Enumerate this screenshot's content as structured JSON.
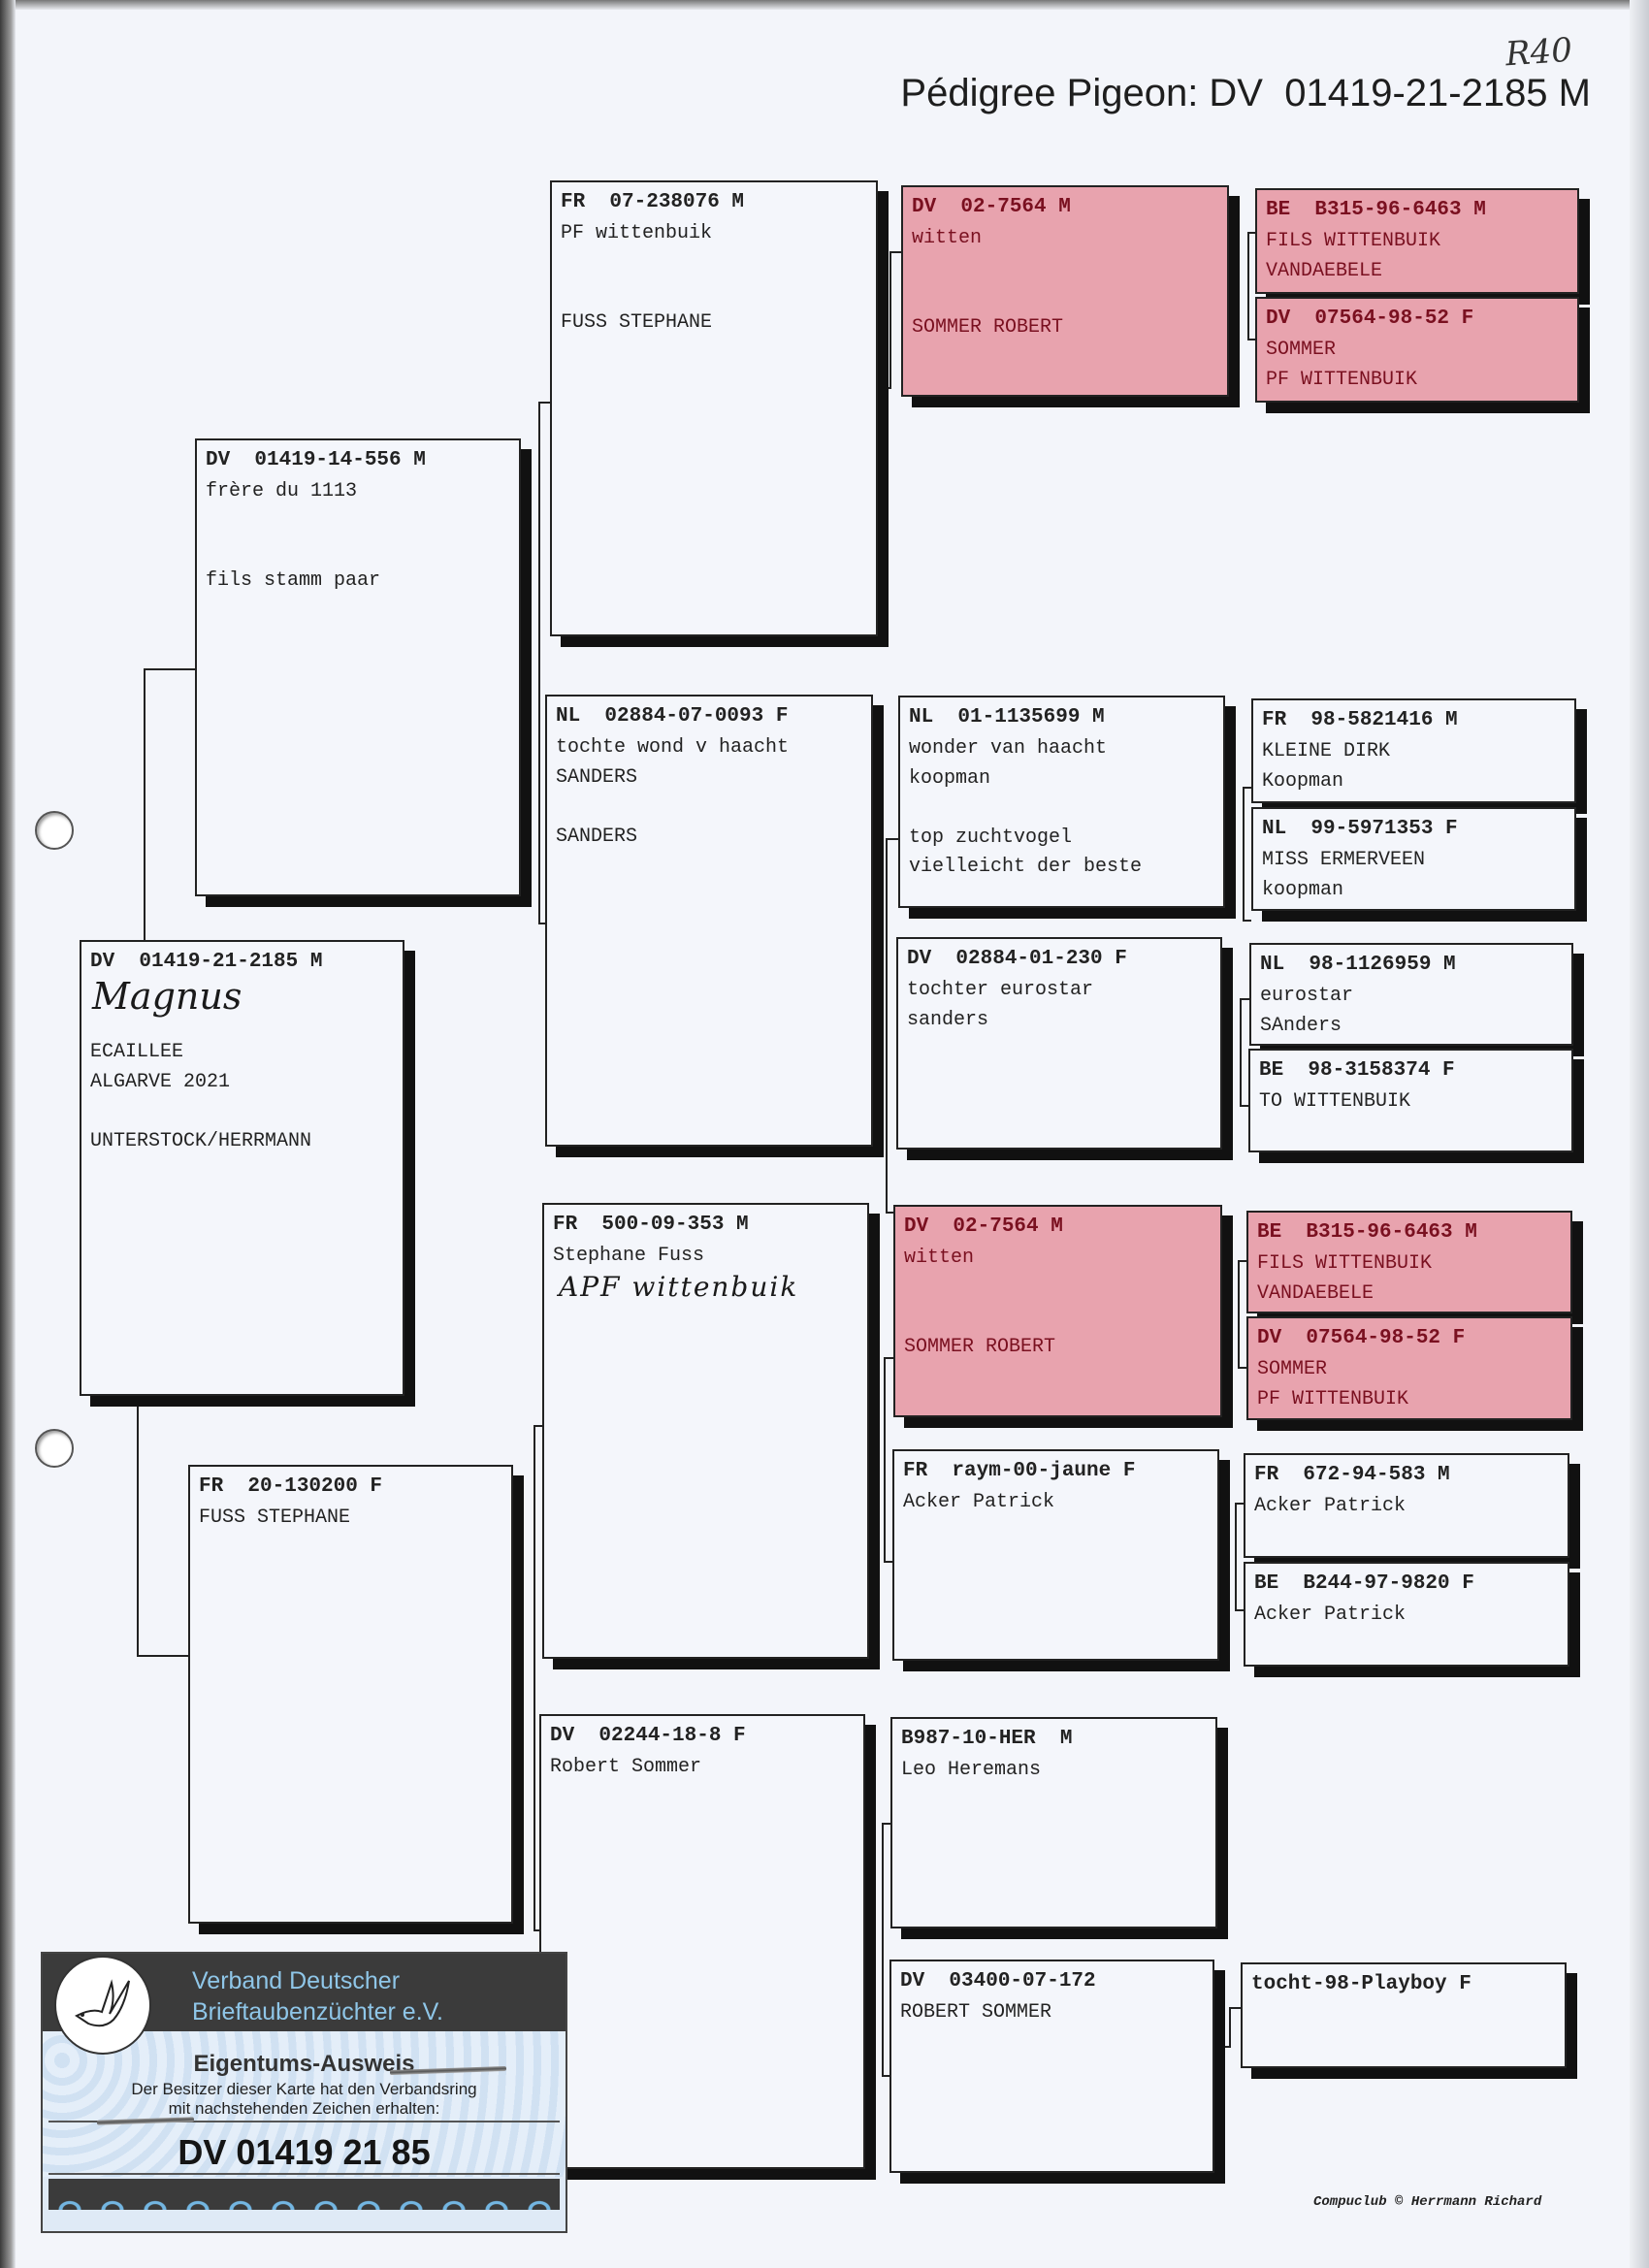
{
  "title": "Pédigree Pigeon: DV  01419-21-2185 M",
  "handwritten_ref": "R40",
  "birds": {
    "subject": {
      "header": "DV  01419-21-2185 M",
      "handwritten": "Magnus",
      "lines": [
        "",
        "",
        "ECAILLEE",
        "ALGARVE 2021",
        "",
        "UNTERSTOCK/HERRMANN"
      ]
    },
    "sire": {
      "header": "DV  01419-14-556 M",
      "lines": [
        "frère du 1113",
        "",
        "",
        "fils stamm paar"
      ]
    },
    "dam": {
      "header": "FR  20-130200 F",
      "lines": [
        "FUSS STEPHANE"
      ]
    },
    "ss": {
      "header": "FR  07-238076 M",
      "lines": [
        "PF wittenbuik",
        "",
        "",
        "FUSS STEPHANE"
      ]
    },
    "sd": {
      "header": "NL  02884-07-0093 F",
      "lines": [
        "tochte wond v haacht",
        "SANDERS",
        "",
        "SANDERS"
      ]
    },
    "ds": {
      "header": "FR  500-09-353 M",
      "handwritten": "APF wittenbuik",
      "lines": [
        "Stephane Fuss"
      ]
    },
    "dd": {
      "header": "DV  02244-18-8 F",
      "lines": [
        "Robert Sommer"
      ]
    },
    "sss": {
      "header": "DV  02-7564 M",
      "lines": [
        "witten",
        "",
        "",
        "SOMMER ROBERT"
      ]
    },
    "sds": {
      "header": "NL  01-1135699 M",
      "lines": [
        "wonder van haacht",
        "koopman",
        "",
        "top zuchtvogel",
        "vielleicht der beste"
      ]
    },
    "sdd": {
      "header": "DV  02884-01-230 F",
      "lines": [
        "tochter eurostar",
        "sanders"
      ]
    },
    "dss": {
      "header": "DV  02-7564 M",
      "lines": [
        "witten",
        "",
        "",
        "SOMMER ROBERT"
      ]
    },
    "dsd": {
      "header": "FR  raym-00-jaune F",
      "lines": [
        "Acker Patrick"
      ]
    },
    "dds": {
      "header": "B987-10-HER  M",
      "lines": [
        "Leo Heremans"
      ]
    },
    "ddd": {
      "header": "DV  03400-07-172",
      "lines": [
        "ROBERT SOMMER"
      ]
    },
    "ssss": {
      "header": "BE  B315-96-6463 M",
      "lines": [
        "FILS WITTENBUIK",
        "VANDAEBELE"
      ]
    },
    "sssd": {
      "header": "DV  07564-98-52 F",
      "lines": [
        "SOMMER",
        "PF WITTENBUIK"
      ]
    },
    "sdss": {
      "header": "FR  98-5821416 M",
      "lines": [
        "KLEINE DIRK",
        "Koopman"
      ]
    },
    "sdsd": {
      "header": "NL  99-5971353 F",
      "lines": [
        "MISS ERMERVEEN",
        "koopman"
      ]
    },
    "sdds": {
      "header": "NL  98-1126959 M",
      "lines": [
        "eurostar",
        "SAnders"
      ]
    },
    "sddd": {
      "header": "BE  98-3158374 F",
      "lines": [
        "TO WITTENBUIK"
      ]
    },
    "dsss": {
      "header": "BE  B315-96-6463 M",
      "lines": [
        "FILS WITTENBUIK",
        "VANDAEBELE"
      ]
    },
    "dssd": {
      "header": "DV  07564-98-52 F",
      "lines": [
        "SOMMER",
        "PF WITTENBUIK"
      ]
    },
    "dsds": {
      "header": "FR  672-94-583 M",
      "lines": [
        "Acker Patrick"
      ]
    },
    "dsdd": {
      "header": "BE  B244-97-9820 F",
      "lines": [
        "Acker Patrick"
      ]
    },
    "dddd": {
      "header": "tocht-98-Playboy F",
      "lines": []
    }
  },
  "card": {
    "org_line1": "Verband Deutscher",
    "org_line2": "Brieftaubenzüchter e.V.",
    "title": "Eigentums-Ausweis",
    "text_line1": "Der Besitzer dieser Karte hat den Verbandsring",
    "text_line2": "mit nachstehenden Zeichen erhalten:",
    "ring": "DV 01419 21 85"
  },
  "footer": "Compuclub © Herrmann Richard",
  "colors": {
    "highlight": "#e8a3ae",
    "highlight_text": "#7a1020",
    "card_header": "#3b3b3b",
    "card_accent": "#8fc6e8"
  }
}
